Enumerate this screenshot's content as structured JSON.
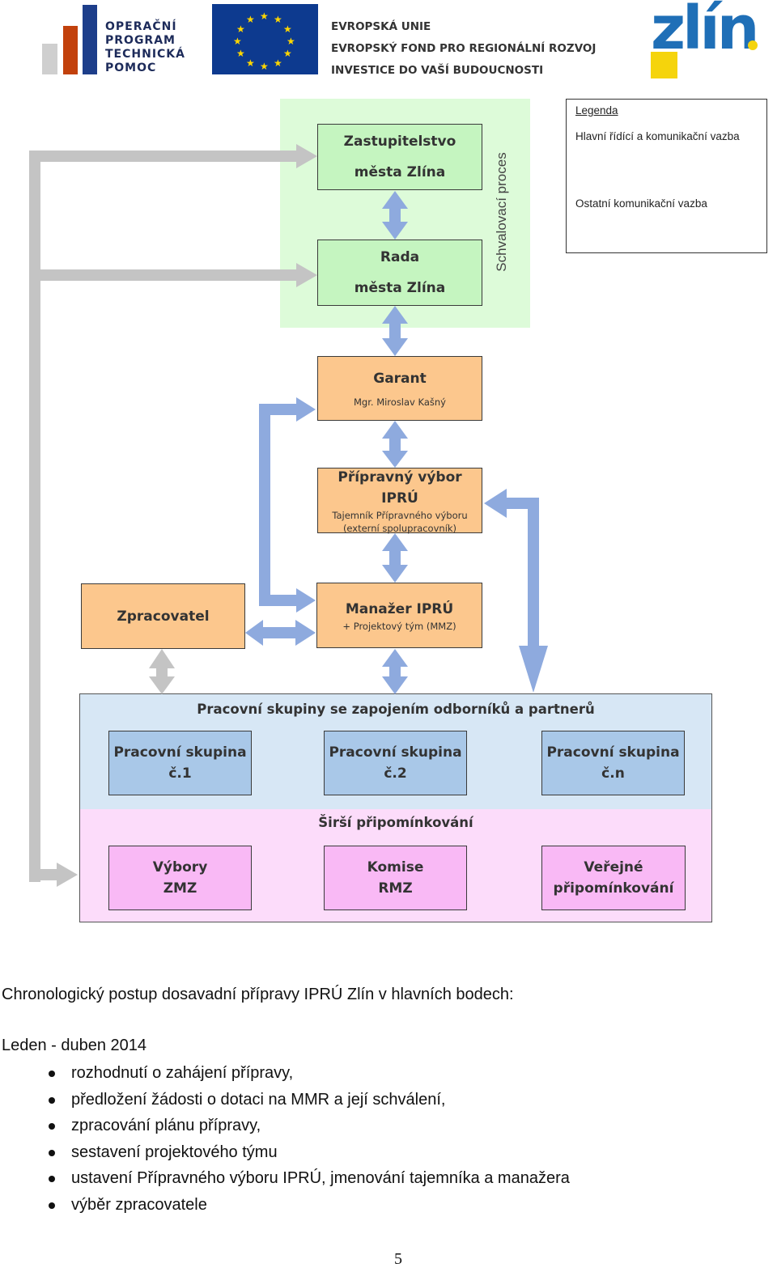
{
  "header": {
    "op_lines": [
      "OPERAČNÍ",
      "PROGRAM",
      "TECHNICKÁ",
      "POMOC"
    ],
    "eu_lines": [
      "EVROPSKÁ UNIE",
      "EVROPSKÝ FOND PRO REGIONÁLNÍ ROZVOJ",
      "INVESTICE DO VAŠÍ BUDOUCNOSTI"
    ],
    "zlin_logo": "zlín"
  },
  "diagram": {
    "approval_label": "Schvalovací proces",
    "boxes": {
      "zastupitelstvo": [
        "Zastupitelstvo",
        "města Zlína"
      ],
      "rada": [
        "Rada",
        "města Zlína"
      ],
      "garant_title": "Garant",
      "garant_name": "Mgr. Miroslav Kašný",
      "pripravny_title": "Přípravný výbor IPRÚ",
      "pripravny_sub1": "Tajemník Přípravného výboru",
      "pripravny_sub2": "(externí spolupracovník)",
      "zpracovatel": "Zpracovatel",
      "manazer_title": "Manažer IPRÚ",
      "manazer_sub": "+ Projektový tým (MMZ)"
    },
    "working_groups_title": "Pracovní skupiny se zapojením odborníků a partnerů",
    "working_groups": [
      [
        "Pracovní skupina",
        "č.1"
      ],
      [
        "Pracovní skupina",
        "č.2"
      ],
      [
        "Pracovní skupina",
        "č.n"
      ]
    ],
    "comments_title": "Širší připomínkování",
    "comments": [
      [
        "Výbory",
        "ZMZ"
      ],
      [
        "Komise",
        "RMZ"
      ],
      [
        "Veřejné",
        "připomínkování"
      ]
    ],
    "legend": {
      "title": "Legenda",
      "main_link": "Hlavní řídící a komunikační vazba",
      "other_link": "Ostatní komunikační vazba"
    },
    "colors": {
      "main_arrow": "#8eaade",
      "other_arrow": "#c4c4c4",
      "approval_bg": "#ddfbd9",
      "groups_bg": "#d7e7f5",
      "comments_bg": "#fcdcfa"
    }
  },
  "text": {
    "heading": "Chronologický postup dosavadní přípravy IPRÚ Zlín v hlavních bodech:",
    "period": "Leden - duben 2014",
    "items": [
      "rozhodnutí o zahájení přípravy,",
      "předložení žádosti o dotaci na MMR a její schválení,",
      "zpracování plánu přípravy,",
      "sestavení projektového týmu",
      "ustavení Přípravného výboru IPRÚ, jmenování tajemníka a manažera",
      "výběr zpracovatele"
    ],
    "page_number": "5"
  }
}
